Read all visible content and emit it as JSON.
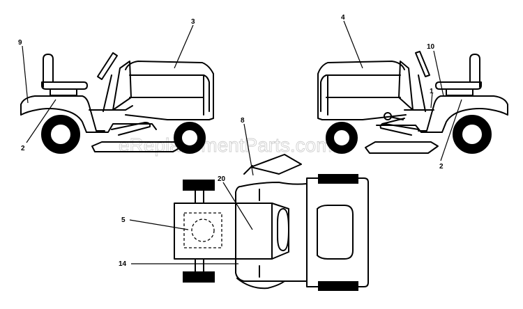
{
  "callouts": {
    "c1": "1",
    "c2a": "2",
    "c2b": "2",
    "c3": "3",
    "c4": "4",
    "c5": "5",
    "c8": "8",
    "c9": "9",
    "c10": "10",
    "c14": "14",
    "c20": "20"
  },
  "watermark": "eReplacementParts.com"
}
